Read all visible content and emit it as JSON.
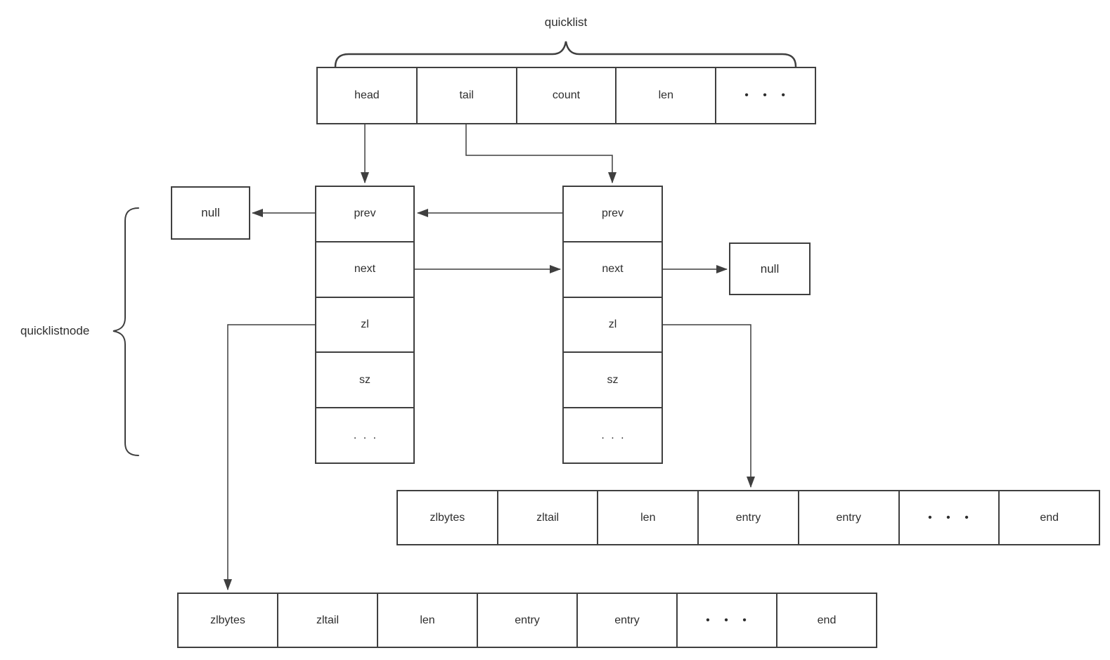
{
  "diagram": {
    "title_label": "quicklist",
    "node_group_label": "quicklistnode",
    "quicklist_table": {
      "cells": [
        "head",
        "tail",
        "count",
        "len",
        "• • •"
      ]
    },
    "node_left": {
      "rows": [
        "prev",
        "next",
        "zl",
        "sz",
        ". . ."
      ]
    },
    "node_right": {
      "rows": [
        "prev",
        "next",
        "zl",
        "sz",
        ". . ."
      ]
    },
    "null_left": "null",
    "null_right": "null",
    "ziplist_top": {
      "cells": [
        "zlbytes",
        "zltail",
        "len",
        "entry",
        "entry",
        "• • •",
        "end"
      ]
    },
    "ziplist_bottom": {
      "cells": [
        "zlbytes",
        "zltail",
        "len",
        "entry",
        "entry",
        "• • •",
        "end"
      ]
    },
    "connections": [
      "quicklist.head -> node_left.top",
      "quicklist.tail -> node_right.top",
      "node_right.prev -> node_left",
      "node_left.next -> node_right",
      "node_left.prev -> null_left",
      "node_right.next -> null_right",
      "node_left.zl -> ziplist_bottom.zlbytes",
      "node_right.zl -> ziplist_top.entry"
    ],
    "colors": {
      "line": "#3f3f3f",
      "text": "#2e2e2e",
      "background": "#ffffff"
    }
  }
}
